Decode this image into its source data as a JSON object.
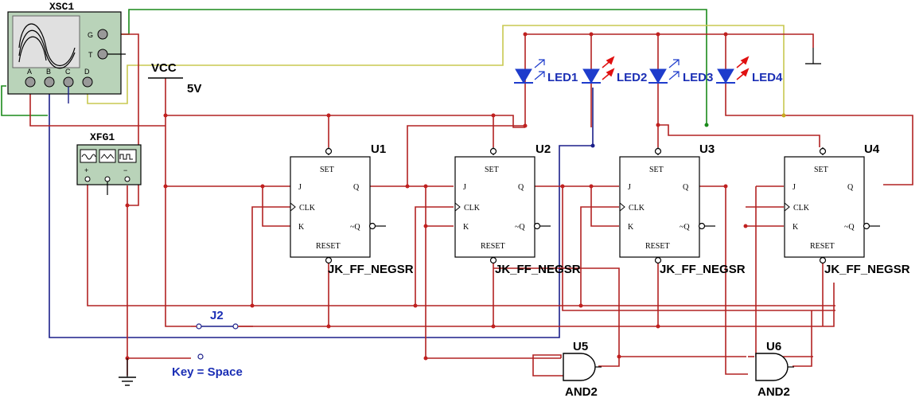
{
  "oscilloscope": {
    "ref": "XSC1",
    "pins": [
      "G",
      "T",
      "A",
      "B",
      "C",
      "D"
    ]
  },
  "function_generator": {
    "ref": "XFG1",
    "pins": [
      "+",
      "−"
    ]
  },
  "vcc": {
    "label": "VCC",
    "value": "5V"
  },
  "leds": [
    {
      "ref": "LED1",
      "lit": false
    },
    {
      "ref": "LED2",
      "lit": true
    },
    {
      "ref": "LED3",
      "lit": false
    },
    {
      "ref": "LED4",
      "lit": true
    }
  ],
  "flipflops": [
    {
      "ref": "U1",
      "model": "JK_FF_NEGSR"
    },
    {
      "ref": "U2",
      "model": "JK_FF_NEGSR"
    },
    {
      "ref": "U3",
      "model": "JK_FF_NEGSR"
    },
    {
      "ref": "U4",
      "model": "JK_FF_NEGSR"
    }
  ],
  "ff_pins": {
    "set": "SET",
    "reset": "RESET",
    "j": "J",
    "clk": "CLK",
    "k": "K",
    "q": "Q",
    "qbar": "~Q"
  },
  "gates": [
    {
      "ref": "U5",
      "model": "AND2"
    },
    {
      "ref": "U6",
      "model": "AND2"
    }
  ],
  "switch": {
    "ref": "J2",
    "key_label": "Key = Space"
  },
  "colors": {
    "wire_red": "#b22222",
    "wire_blue": "#1b1f8a",
    "wire_green": "#1a8a1a",
    "wire_yellow": "#c8c850",
    "label_blue": "#1b2fb5",
    "led_blue": "#1e3ccc",
    "arrow_red": "#e01010"
  }
}
